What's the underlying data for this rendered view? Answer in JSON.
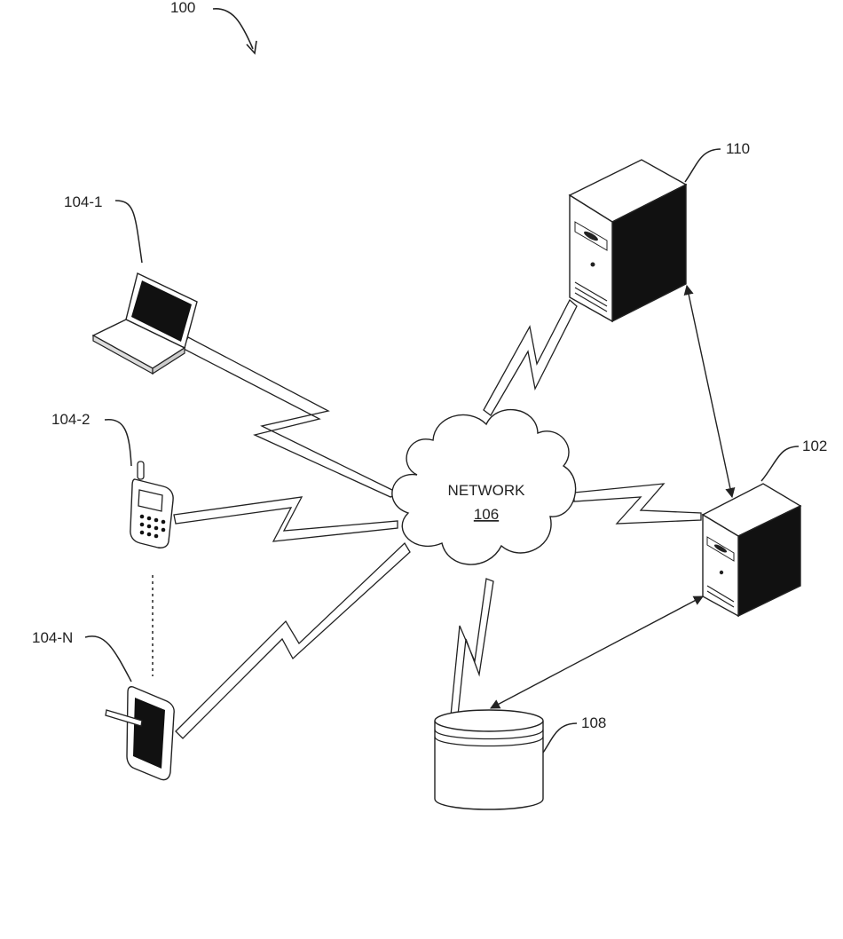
{
  "figure": {
    "ref": "100",
    "network": {
      "label": "NETWORK",
      "ref": "106"
    },
    "devices": [
      {
        "ref": "104-1",
        "icon": "laptop-icon"
      },
      {
        "ref": "104-2",
        "icon": "mobile-phone-icon"
      },
      {
        "ref": "104-N",
        "icon": "tablet-icon"
      }
    ],
    "server_main": {
      "ref": "102",
      "icon": "server-tower-icon"
    },
    "server_remote": {
      "ref": "110",
      "icon": "server-tower-icon"
    },
    "database": {
      "ref": "108",
      "icon": "database-cylinder-icon"
    }
  },
  "colors": {
    "ink": "#222222",
    "dark": "#111111",
    "light": "#f2f2f2"
  }
}
